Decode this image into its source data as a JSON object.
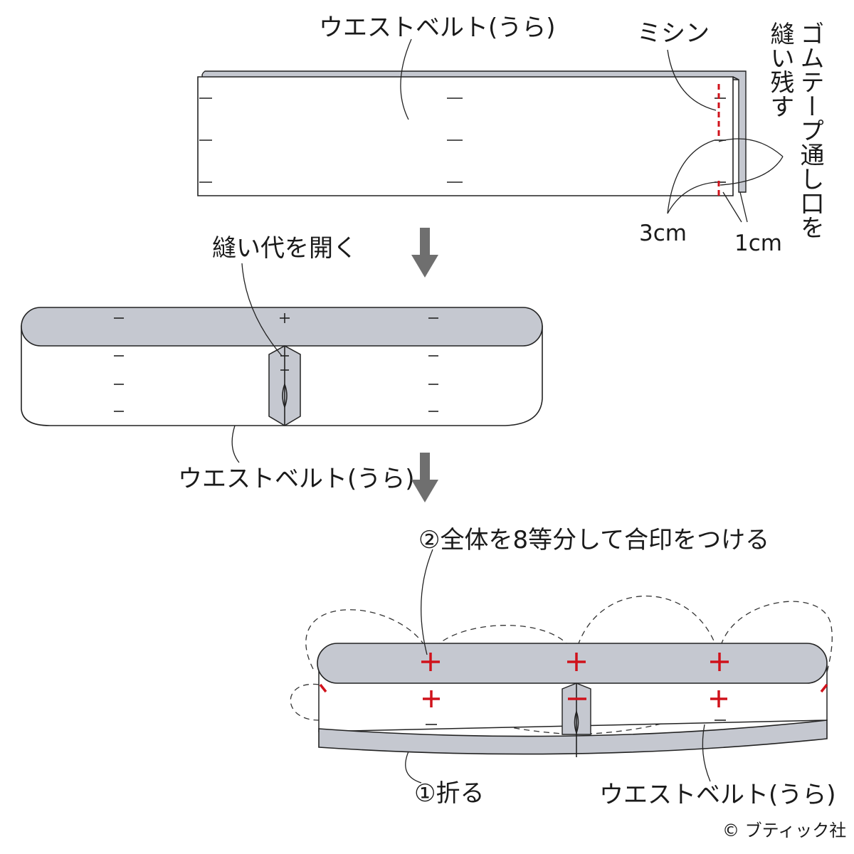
{
  "colors": {
    "band_gray": "#c5c8d0",
    "line": "#222222",
    "accent_red": "#d0121b",
    "arrow_gray": "#6f6f6f"
  },
  "step1": {
    "title": "ウエストベルト(うら)",
    "machine_label": "ミシン",
    "vertical_note_col1": "ゴムテープ通し口を",
    "vertical_note_col2": "縫い残す",
    "dim_3cm": "3cm",
    "dim_1cm": "1cm"
  },
  "step2": {
    "seam_label": "縫い代を開く",
    "belt_label": "ウエストベルト(うら)"
  },
  "step3": {
    "mark_label": "②全体を8等分して合印をつける",
    "fold_label": "①折る",
    "belt_label": "ウエストベルト(うら)"
  },
  "copyright": "© ブティック社"
}
